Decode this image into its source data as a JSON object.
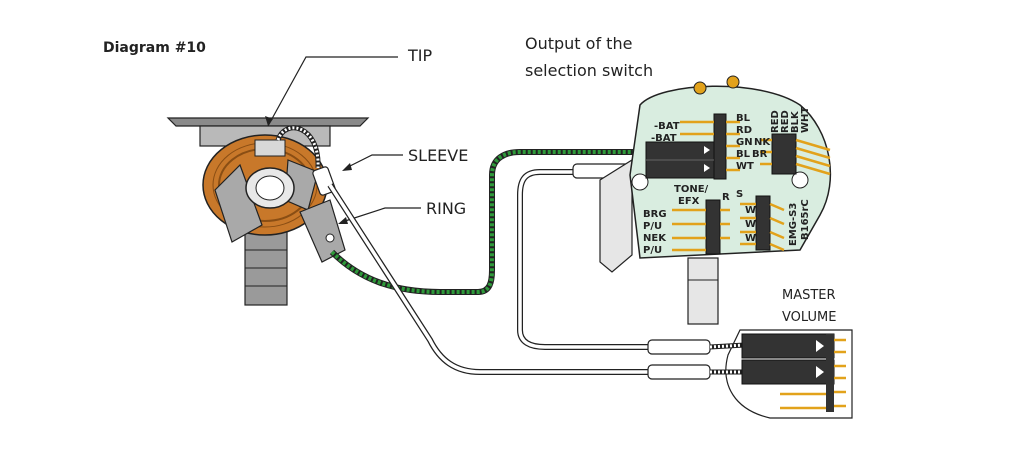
{
  "diagram": {
    "title": "Diagram #10",
    "labels": {
      "tip": "TIP",
      "sleeve": "SLEEVE",
      "ring": "RING",
      "output_line1": "Output of the",
      "output_line2": "selection switch",
      "master_line1": "MASTER",
      "master_line2": "VOLUME"
    },
    "pcb": {
      "left_pins": [
        "-BAT",
        "-BAT",
        "BL",
        "RD",
        "GN",
        "NK",
        "BL",
        "BR",
        "WT"
      ],
      "right_labels": [
        "RED",
        "RED",
        "BLK",
        "WHT"
      ],
      "mid_labels": [
        "TONE/",
        "EFX",
        "R",
        "S"
      ],
      "lower_labels": [
        "BRG",
        "P/U",
        "NEK",
        "P/U"
      ],
      "side_labels": [
        "EMG-S3",
        "B165rC"
      ],
      "w_marks": [
        "W",
        "W",
        "W"
      ]
    },
    "colors": {
      "jack_body": "#c8782a",
      "jack_metal": "#a9a9a9",
      "pcb": "#d9ede0",
      "green_wire": "#2e9a3a",
      "connector": "#333333",
      "pin_gold": "#e2a21b"
    }
  }
}
